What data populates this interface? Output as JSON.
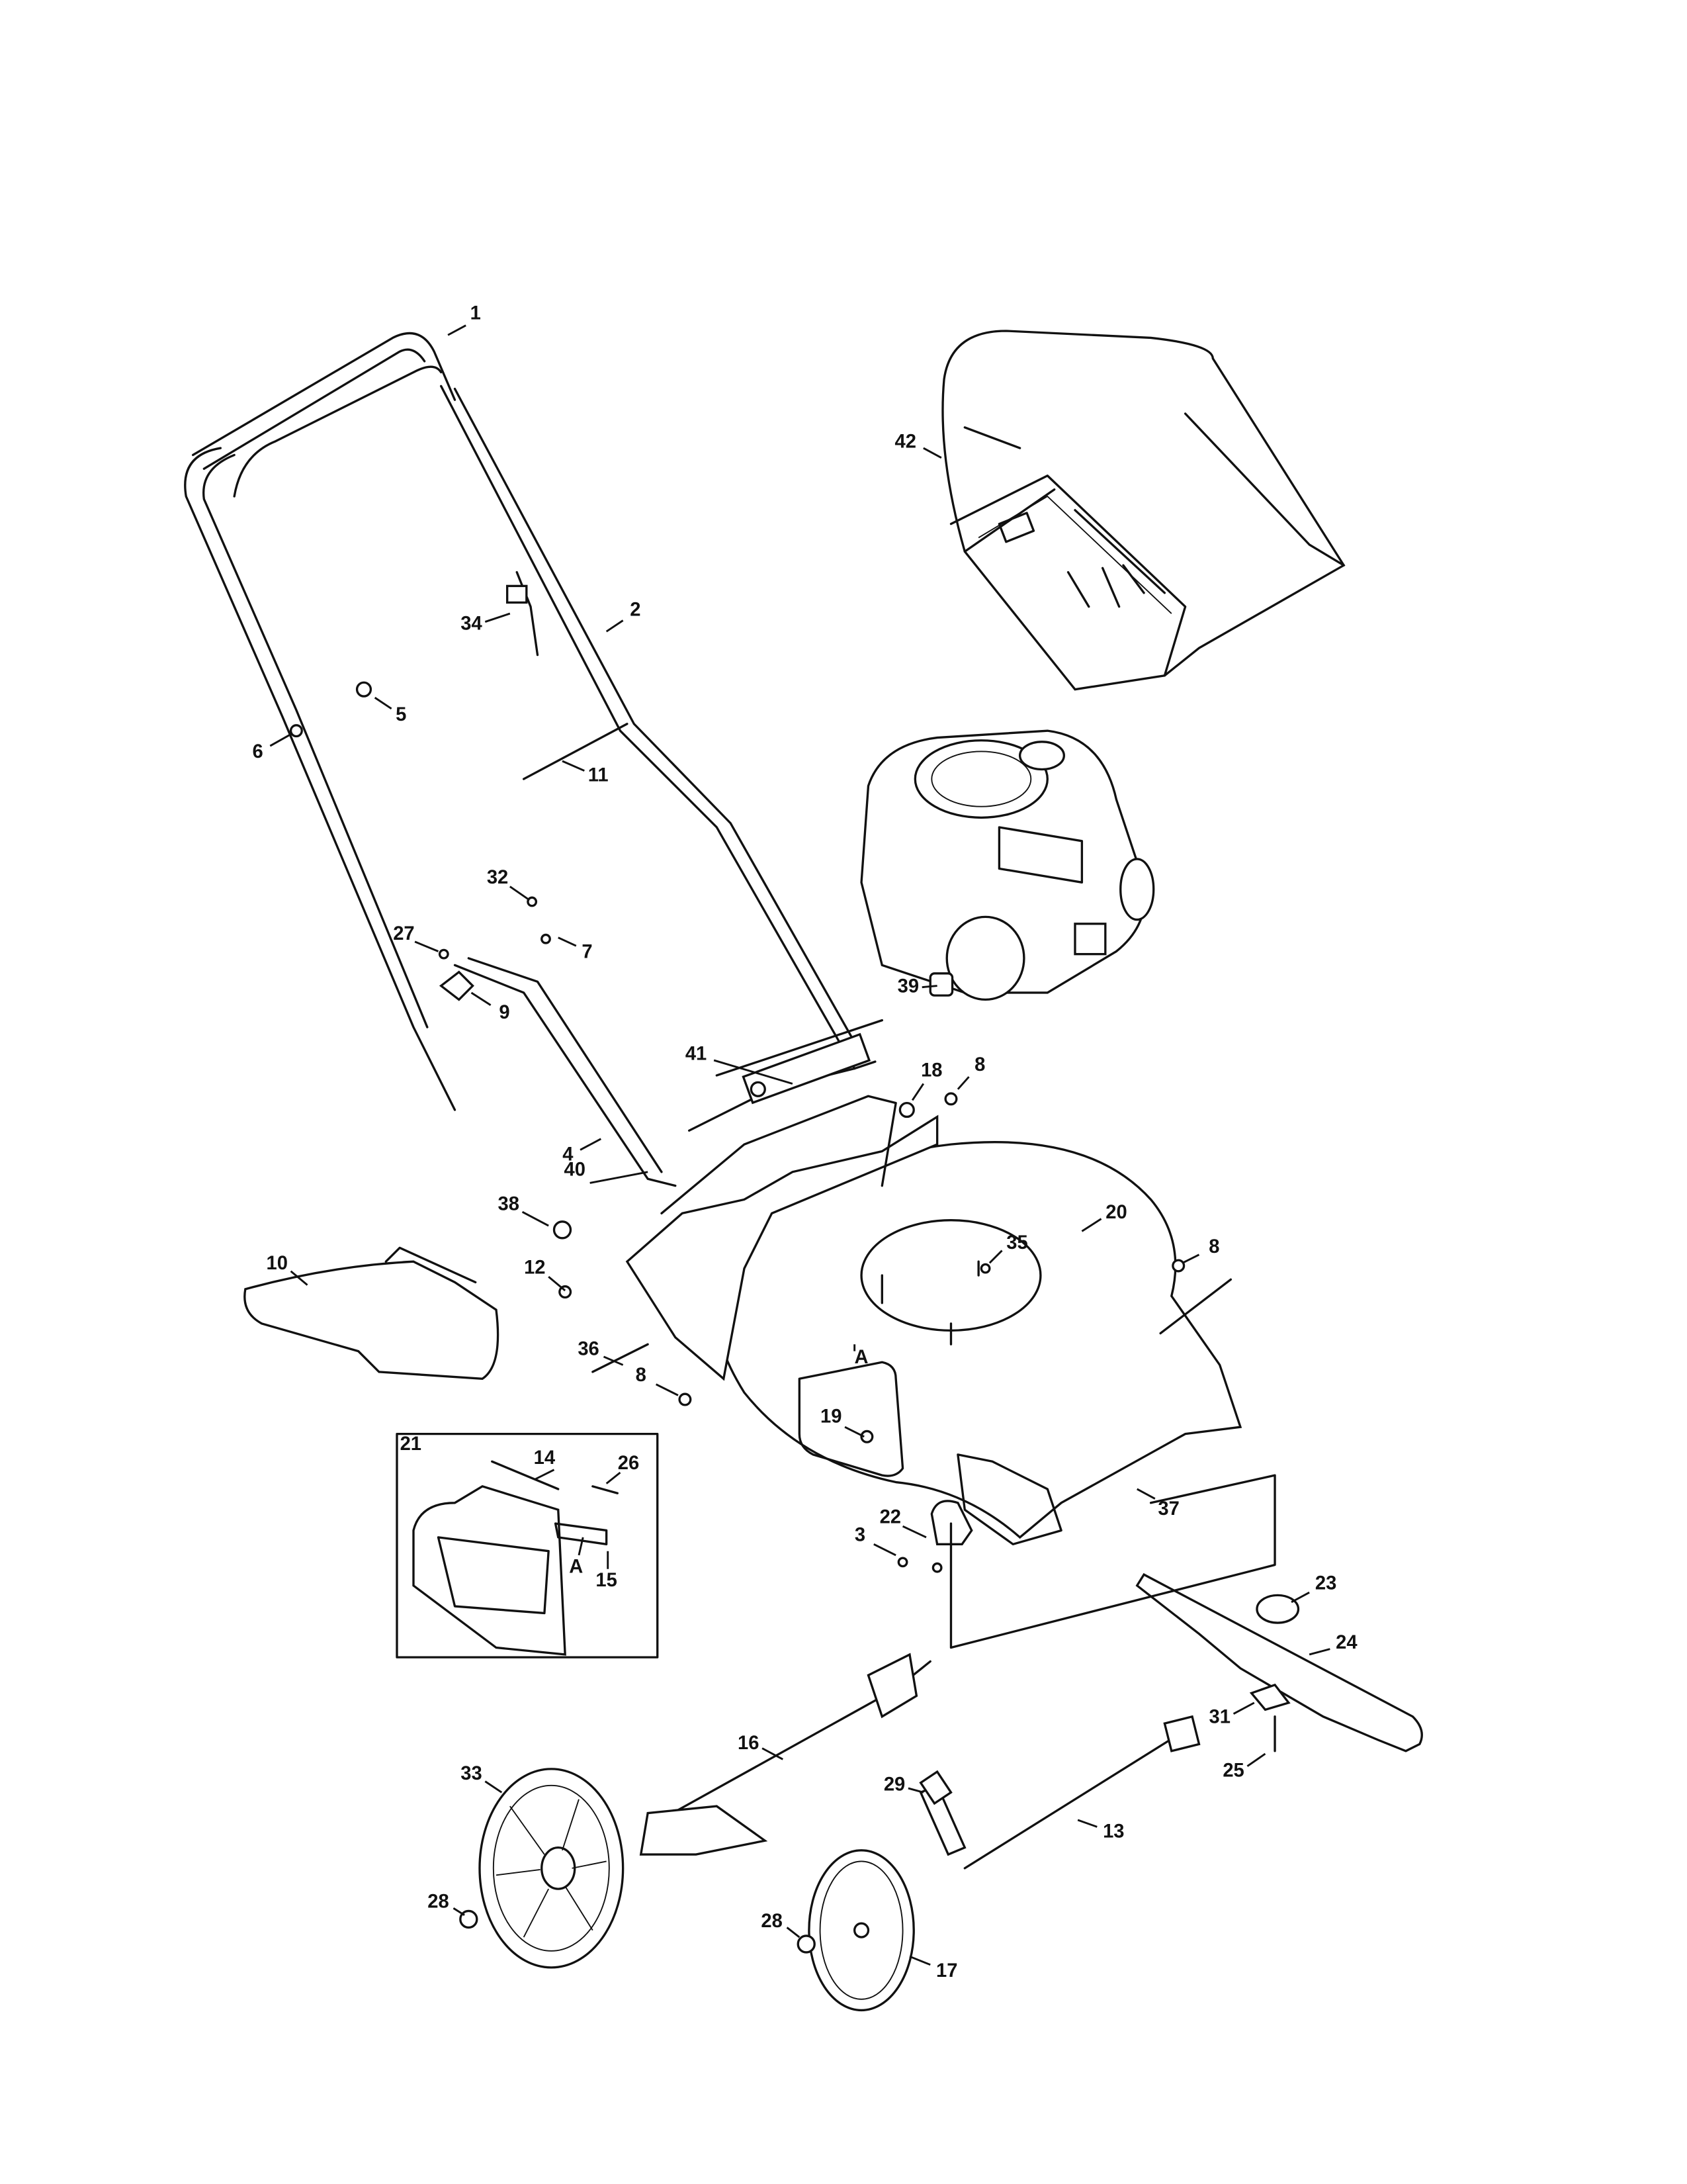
{
  "diagram": {
    "callouts": [
      "1",
      "42",
      "2",
      "34",
      "5",
      "6",
      "11",
      "32",
      "27",
      "7",
      "9",
      "39",
      "41",
      "18",
      "8",
      "4",
      "40",
      "38",
      "20",
      "10",
      "35",
      "8",
      "12",
      "36",
      "8",
      "A",
      "19",
      "37",
      "22",
      "3",
      "23",
      "24",
      "31",
      "16",
      "33",
      "25",
      "29",
      "13",
      "28",
      "28",
      "17"
    ],
    "inset": {
      "number": "21",
      "callouts": [
        "14",
        "26",
        "A",
        "15"
      ]
    }
  }
}
